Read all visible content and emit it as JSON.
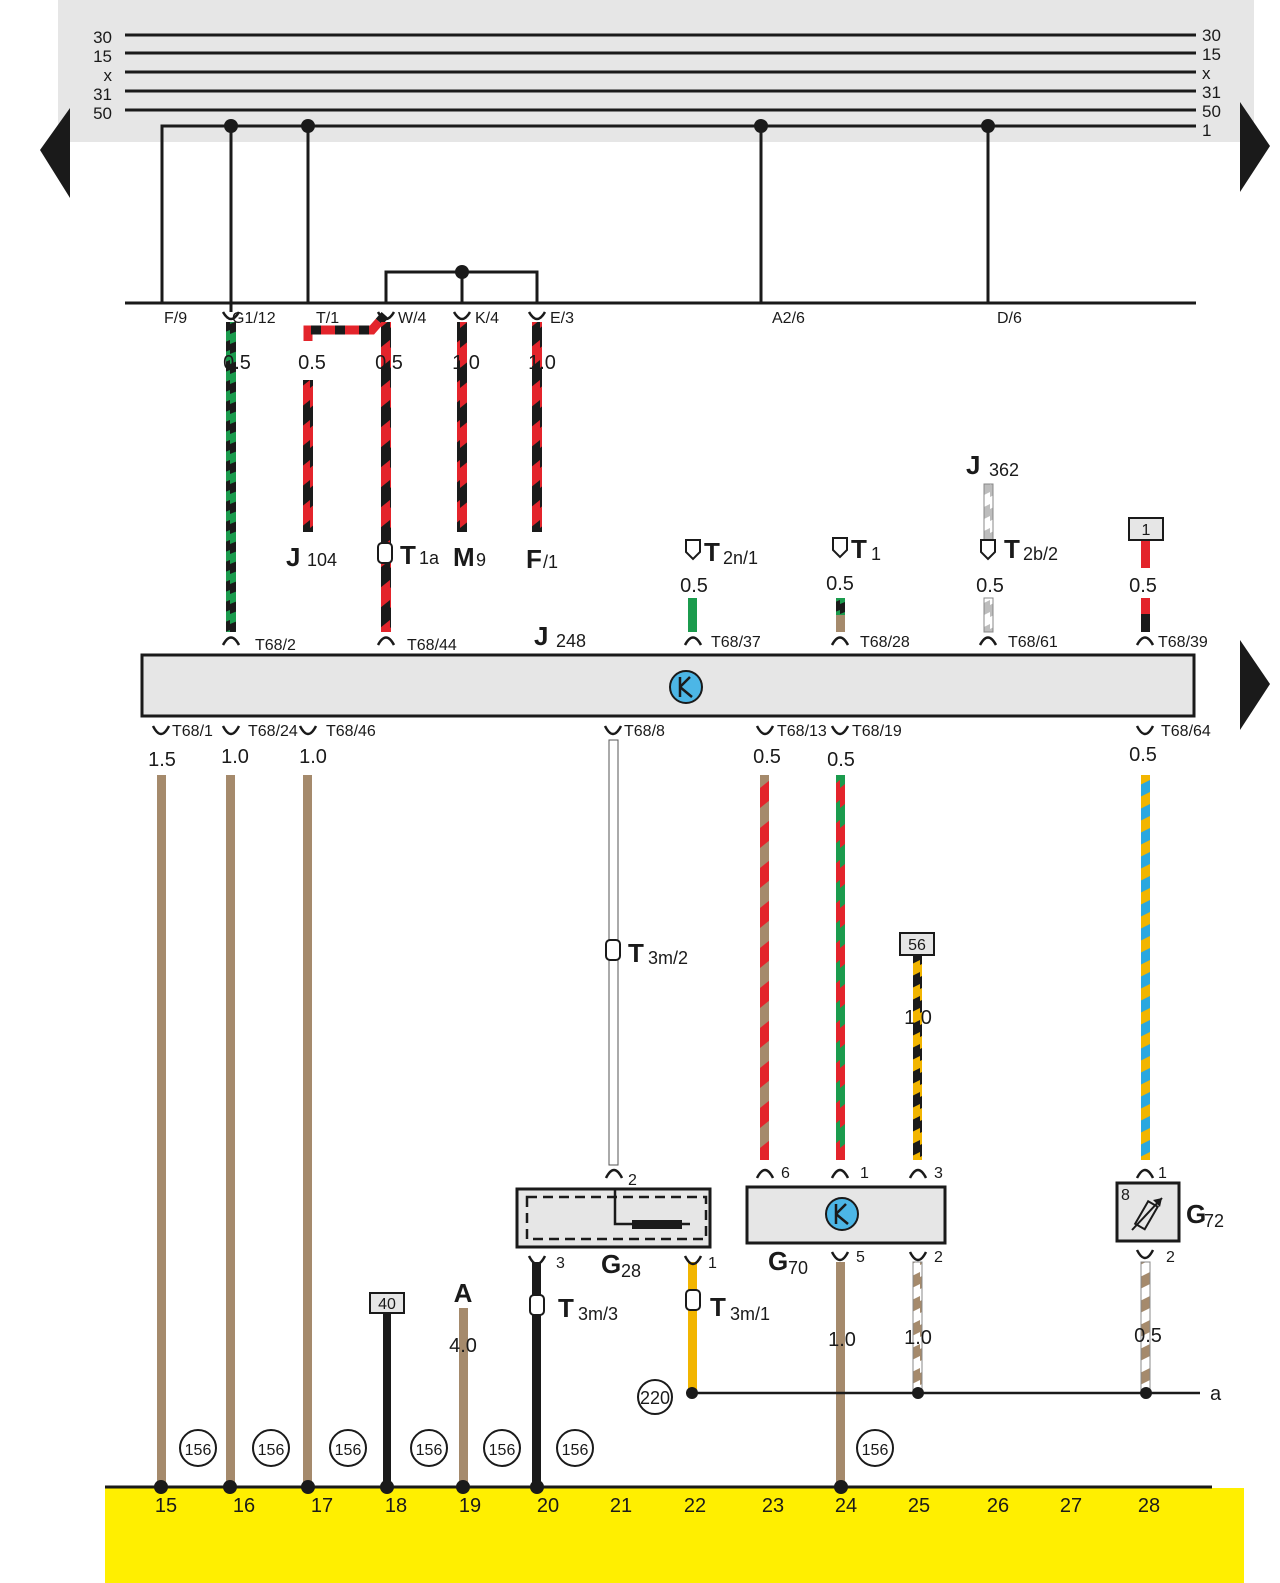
{
  "colors": {
    "header_band": "#e6e6e6",
    "bottom_band": "#ffef00",
    "module_fill": "#e6e6e6",
    "black": "#1a1a1a",
    "brown": "#a58a6c",
    "green": "#1b9b4d",
    "red": "#e3242b",
    "yellow": "#f2b500",
    "blue": "#2aa7e0",
    "white": "#ffffff",
    "grey": "#bdbdbd",
    "symbol_blue": "#4cb6e6"
  },
  "rails": {
    "left": [
      "30",
      "15",
      "x",
      "31",
      "50"
    ],
    "right": [
      "30",
      "15",
      "x",
      "31",
      "50",
      "1"
    ]
  },
  "relay_terminals": [
    "F/9",
    "G1/12",
    "T/1",
    "W/4",
    "K/4",
    "E/3",
    "A2/6",
    "D/6"
  ],
  "gauges": {
    "g1": "0.5",
    "g2": "0.5",
    "g3": "0.5",
    "g4": "1.0",
    "g5": "1.0",
    "t2n": "0.5",
    "t1": "0.5",
    "t2b": "0.5",
    "r1": "0.5",
    "b15": "1.5",
    "b16": "1.0",
    "b17": "1.0",
    "b23": "0.5",
    "b24": "0.5",
    "b28": "0.5",
    "s56": "1.0",
    "a19": "4.0",
    "g70_5": "1.0",
    "g70_2": "1.0",
    "g72_2": "0.5"
  },
  "components": {
    "j104": {
      "main": "J",
      "sub": "104"
    },
    "t1a": {
      "main": "T",
      "sub": "1a"
    },
    "m9": {
      "main": "M",
      "sub": "9"
    },
    "f1": {
      "main": "F",
      "sub": "/1"
    },
    "t2n1": {
      "main": "T",
      "sub": "2n/1"
    },
    "t1": {
      "main": "T",
      "sub": "1"
    },
    "j362": {
      "main": "J",
      "sub": "362"
    },
    "t2b2": {
      "main": "T",
      "sub": "2b/2"
    },
    "j248": {
      "main": "J",
      "sub": "248"
    },
    "t3m2": {
      "main": "T",
      "sub": "3m/2"
    },
    "g28": {
      "main": "G",
      "sub": "28"
    },
    "t3m3": {
      "main": "T",
      "sub": "3m/3"
    },
    "t3m1": {
      "main": "T",
      "sub": "3m/1"
    },
    "g70": {
      "main": "G",
      "sub": "70"
    },
    "g72": {
      "main": "G",
      "sub": "72"
    },
    "a": "A"
  },
  "module_pins": {
    "top": [
      "T68/2",
      "T68/44",
      "T68/37",
      "T68/28",
      "T68/61",
      "T68/39"
    ],
    "bottom": [
      "T68/1",
      "T68/24",
      "T68/46",
      "T68/8",
      "T68/13",
      "T68/19",
      "T68/64"
    ]
  },
  "component_pins": {
    "g28_2": "2",
    "g28_3": "3",
    "g28_1": "1",
    "g70_6": "6",
    "g70_1": "1",
    "g70_3": "3",
    "g70_5": "5",
    "g70_2": "2",
    "g72_8": "8",
    "g72_1": "1",
    "g72_2": "2"
  },
  "badges": {
    "b1": "1",
    "b56": "56",
    "b40": "40"
  },
  "circles": {
    "ref156": "156",
    "ref220": "220"
  },
  "line_a_label": "a",
  "bottom_numbers": [
    "15",
    "16",
    "17",
    "18",
    "19",
    "20",
    "21",
    "22",
    "23",
    "24",
    "25",
    "26",
    "27",
    "28"
  ]
}
